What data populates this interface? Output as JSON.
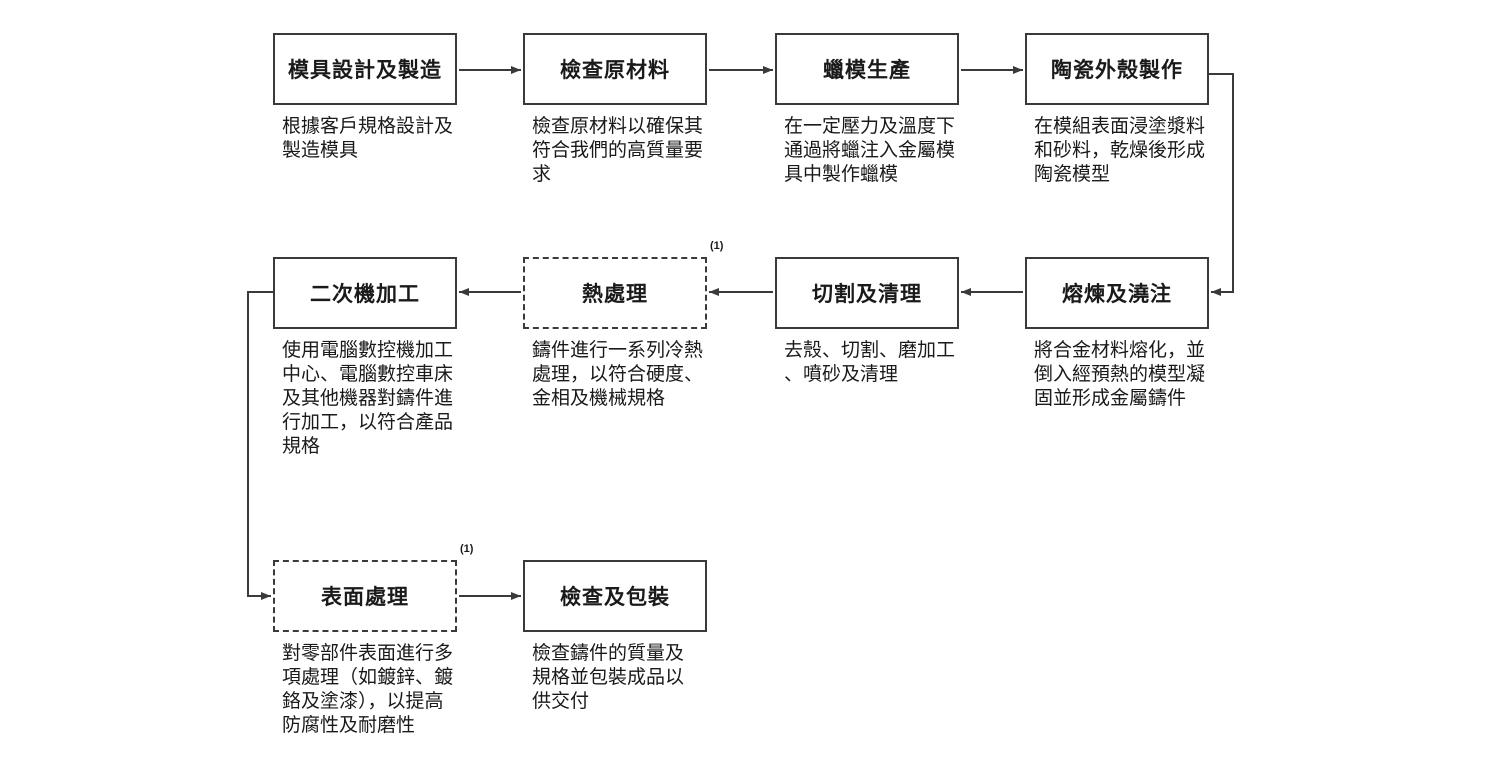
{
  "canvas": {
    "background": "#ffffff",
    "line_color": "#3a3a3a",
    "text_color": "#1a1a1a"
  },
  "steps": [
    {
      "title": "模具設計及製造",
      "description": [
        "根據客戶規格設計及",
        "製造模具"
      ]
    },
    {
      "title": "檢查原材料",
      "description": [
        "檢查原材料以確保其",
        "符合我們的高質量要",
        "求"
      ]
    },
    {
      "title": "蠟模生產",
      "description": [
        "在一定壓力及溫度下",
        "通過將蠟注入金屬模",
        "具中製作蠟模"
      ]
    },
    {
      "title": "陶瓷外殼製作",
      "description": [
        "在模組表面浸塗漿料",
        "和砂料，乾燥後形成",
        "陶瓷模型"
      ]
    },
    {
      "title": "熔煉及澆注",
      "description": [
        "將合金材料熔化，並",
        "倒入經預熱的模型凝",
        "固並形成金屬鑄件"
      ]
    },
    {
      "title": "切割及清理",
      "description": [
        "去殼、切割、磨加工",
        "、噴砂及清理"
      ]
    },
    {
      "title": "熱處理",
      "description": [
        "鑄件進行一系列冷熱",
        "處理，以符合硬度、",
        "金相及機械規格"
      ],
      "footnote": "(1)"
    },
    {
      "title": "二次機加工",
      "description": [
        "使用電腦數控機加工",
        "中心、電腦數控車床",
        "及其他機器對鑄件進",
        "行加工，以符合產品",
        "規格"
      ]
    },
    {
      "title": "表面處理",
      "description": [
        "對零部件表面進行多",
        "項處理（如鍍鋅、鍍",
        "鉻及塗漆），以提高",
        "防腐性及耐磨性"
      ],
      "footnote": "(1)"
    },
    {
      "title": "檢查及包裝",
      "description": [
        "檢查鑄件的質量及",
        "規格並包裝成品以",
        "供交付"
      ]
    }
  ]
}
